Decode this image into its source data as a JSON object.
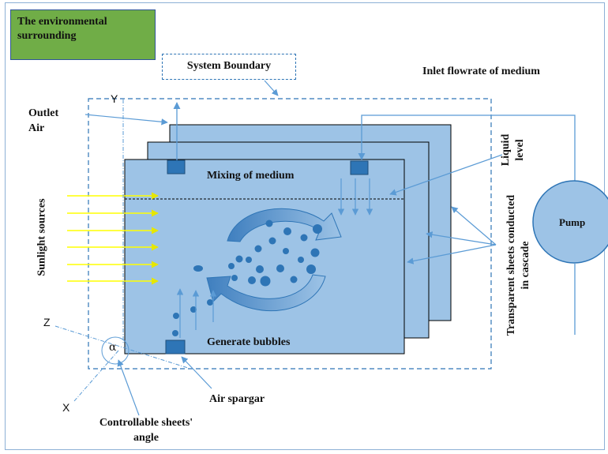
{
  "labels": {
    "environment": "The environmental surrounding",
    "system_boundary": "System Boundary",
    "inlet_flowrate": "Inlet flowrate of medium",
    "outlet_air": "Outlet Air",
    "liquid_level": "Liquid level",
    "mixing": "Mixing of medium",
    "pump": "Pump",
    "sunlight": "Sunlight sources",
    "transparent_sheets": "Transparent sheets conducted in cascade",
    "generate_bubbles": "Generate bubbles",
    "air_spargar": "Air spargar",
    "controllable_angle": "Controllable sheets' angle",
    "axis_y": "Y",
    "axis_z": "Z",
    "axis_x": "X",
    "alpha": "α"
  },
  "colors": {
    "sheet_fill": "#9dc3e6",
    "sheet_border": "#000000",
    "accent_blue": "#2e75b6",
    "bubble": "#2e75b6",
    "sunlight": "#ffff00",
    "env_green": "#70ad47",
    "pump_fill": "#9dc3e6"
  }
}
